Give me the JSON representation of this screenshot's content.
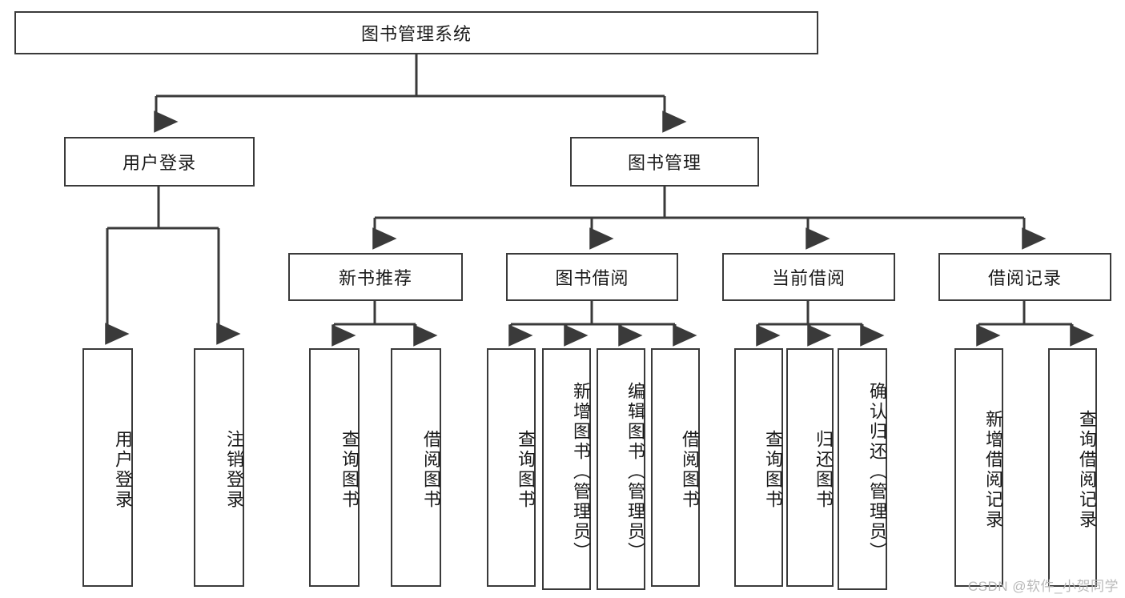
{
  "diagram": {
    "title_node": {
      "label": "图书管理系统"
    },
    "level2": [
      {
        "id": "user-login",
        "label": "用户登录"
      },
      {
        "id": "book-management",
        "label": "图书管理"
      }
    ],
    "level3": [
      {
        "id": "new-book-recommend",
        "label": "新书推荐"
      },
      {
        "id": "book-borrow",
        "label": "图书借阅"
      },
      {
        "id": "current-borrow",
        "label": "当前借阅"
      },
      {
        "id": "borrow-record",
        "label": "借阅记录"
      }
    ],
    "leaves": {
      "user_login": [
        {
          "id": "leaf-user-login",
          "label": "用户登录"
        },
        {
          "id": "leaf-logout-login",
          "label": "注销登录"
        }
      ],
      "new_book_recommend": [
        {
          "id": "leaf-query-book-1",
          "label": "查询图书"
        },
        {
          "id": "leaf-borrow-book-1",
          "label": "借阅图书"
        }
      ],
      "book_borrow": [
        {
          "id": "leaf-query-book-2",
          "label": "查询图书"
        },
        {
          "id": "leaf-add-book",
          "label": "新增图书（管理员）"
        },
        {
          "id": "leaf-edit-book",
          "label": "编辑图书（管理员）"
        },
        {
          "id": "leaf-borrow-book-2",
          "label": "借阅图书"
        }
      ],
      "current_borrow": [
        {
          "id": "leaf-query-book-3",
          "label": "查询图书"
        },
        {
          "id": "leaf-return-book",
          "label": "归还图书"
        },
        {
          "id": "leaf-confirm-return",
          "label": "确认归还（管理员）"
        }
      ],
      "borrow_record": [
        {
          "id": "leaf-add-record",
          "label": "新增借阅记录"
        },
        {
          "id": "leaf-query-record",
          "label": "查询借阅记录"
        }
      ]
    },
    "watermark": "CSDN @软件_小贺同学",
    "colors": {
      "stroke": "#3a3a3a",
      "text": "#1a1a1a",
      "background": "#ffffff",
      "watermark": "#b9b9b9"
    }
  }
}
